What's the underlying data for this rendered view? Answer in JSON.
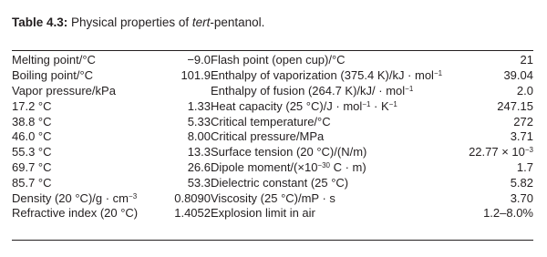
{
  "caption": {
    "label": "Table 4.3:",
    "text_before": " Physical properties of ",
    "text_em": "tert",
    "text_after": "-pentanol."
  },
  "rows": [
    {
      "p1": "Melting point/°C",
      "v1": "−9.0",
      "p2": "Flash point (open cup)/°C",
      "v2": "21"
    },
    {
      "p1": "Boiling point/°C",
      "v1": "101.9",
      "p2": "Enthalpy of vaporization (375.4 K)/kJ · mol",
      "p2sup": "−1",
      "v2": "39.04"
    },
    {
      "p1": "Vapor pressure/kPa",
      "v1": "",
      "p2": "Enthalpy of fusion (264.7 K)/kJ/ · mol",
      "p2sup": "−1",
      "v2": "2.0"
    },
    {
      "p1": "17.2 °C",
      "v1": "1.33",
      "p2": "Heat capacity (25 °C)/J · mol",
      "p2sup": "−1",
      "p2b": " · K",
      "p2bsup": "−1",
      "v2": "247.15"
    },
    {
      "p1": "38.8 °C",
      "v1": "5.33",
      "p2": "Critical temperature/°C",
      "v2": "272"
    },
    {
      "p1": "46.0 °C",
      "v1": "8.00",
      "p2": "Critical pressure/MPa",
      "v2": "3.71"
    },
    {
      "p1": "55.3 °C",
      "v1": "13.3",
      "p2": "Surface tension (20 °C)/(N/m)",
      "v2": "22.77 × 10",
      "v2sup": "−3"
    },
    {
      "p1": "69.7 °C",
      "v1": "26.6",
      "p2": "Dipole moment/(×10",
      "p2sup": "−30",
      "p2b": " C · m)",
      "v2": "1.7"
    },
    {
      "p1": "85.7 °C",
      "v1": "53.3",
      "p2": "Dielectric constant (25 °C)",
      "v2": "5.82"
    },
    {
      "p1": "Density (20 °C)/g · cm",
      "p1sup": "−3",
      "v1": "0.8090",
      "p2": "Viscosity (25 °C)/mP · s",
      "v2": "3.70"
    },
    {
      "p1": "Refractive index (20 °C)",
      "v1": "1.4052",
      "p2": "Explosion limit in air",
      "v2": "1.2–8.0%"
    }
  ]
}
